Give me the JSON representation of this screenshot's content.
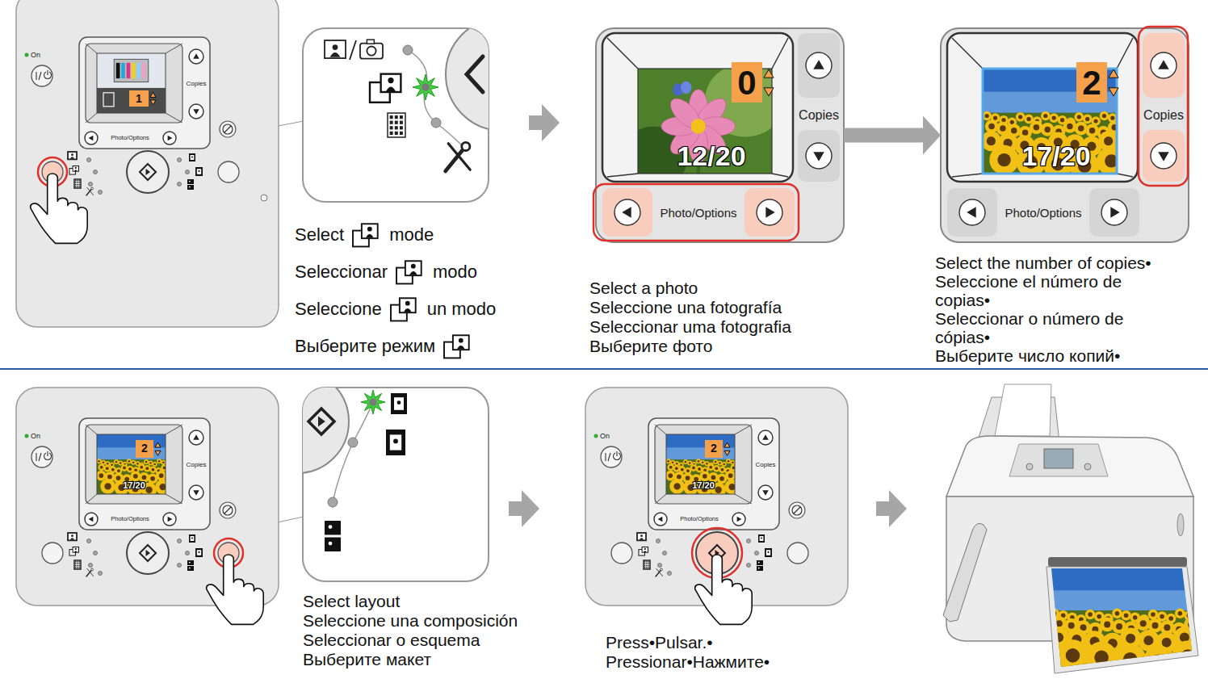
{
  "diagram": {
    "nodes": [
      {
        "text": [
          "On",
          "1",
          "Copies",
          "Photo/Options"
        ]
      },
      {
        "text": [
          "0",
          "12/20",
          "Copies",
          "Photo/Options"
        ]
      },
      {
        "text": [
          "2",
          "17/20",
          "Copies",
          "Photo/Options"
        ]
      },
      {
        "text": [
          "On",
          "2",
          "17/20",
          "Copies",
          "Photo/Options"
        ]
      },
      {
        "text": [
          "On",
          "2",
          "17/20",
          "Copies",
          "Photo/Options"
        ]
      }
    ],
    "edges": [
      {
        "from": 1,
        "to": 2,
        "arrow": "to"
      }
    ],
    "labels": [
      "Select",
      "mode",
      "Seleccionar",
      "modo",
      "Seleccione",
      "un modo",
      "Выберите режим",
      "Select a photo",
      "Seleccione una fotografía",
      "Seleccionar uma fotografia",
      "Выберите фото",
      "Select the number of copies•",
      "Seleccione el número de copias•",
      "Seleccionar o número de cópias•",
      "Выберите число копий•",
      "Select layout",
      "Seleccione una composición",
      "Seleccionar o esquema",
      "Выберите макет",
      "Press•Pulsar.•",
      "Pressionar•Нажмите•"
    ]
  }
}
